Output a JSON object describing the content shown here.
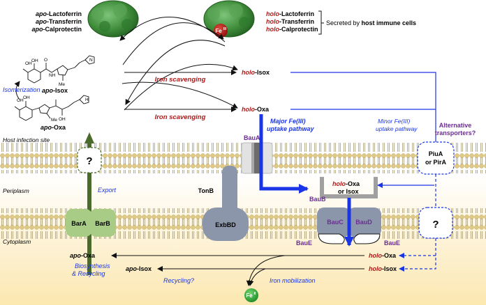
{
  "apo_list": {
    "prefix": "apo",
    "items": [
      "-Lactoferrin",
      "-Transferrin",
      "-Calprotectin"
    ]
  },
  "holo_list": {
    "prefix": "holo",
    "items": [
      "-Lactoferrin",
      "-Transferrin",
      "-Calprotectin"
    ]
  },
  "secreted": {
    "text": "Secreted by ",
    "bold": "host immune cells"
  },
  "fe3_label": "Fe",
  "fe3_sup": "III",
  "iron_scavenging_1": "Iron scavenging",
  "iron_scavenging_2": "Iron scavenging",
  "isomerization": "Isomerization",
  "apo_isox": {
    "prefix": "apo",
    "suffix": "-Isox"
  },
  "apo_oxa": {
    "prefix": "apo",
    "suffix": "-Oxa"
  },
  "holo_isox_top": {
    "prefix": "holo",
    "suffix": "-Isox"
  },
  "holo_oxa_top": {
    "prefix": "holo",
    "suffix": "-Oxa"
  },
  "host_infection_site": "Host infection site",
  "periplasm": "Periplasm",
  "cytoplasm": "Cytoplasm",
  "export": "Export",
  "question_export": "?",
  "question_periplasm": "?",
  "major_pathway": [
    "Major Fe(III)",
    "uptake pathway"
  ],
  "minor_pathway": [
    "Minor Fe(III)",
    "uptake pathway"
  ],
  "alt_transporters": [
    "Alternative",
    "transporters?"
  ],
  "piua": "PiuA",
  "pira": "or PirA",
  "proteins": {
    "baua": "BauA",
    "baub": "BauB",
    "bauc": "BauC",
    "baud": "BauD",
    "baue_left": "BauE",
    "baue_right": "BauE",
    "tonb": "TonB",
    "exbbd": "ExbBD",
    "bara": "BarA",
    "barb": "BarB"
  },
  "periplasm_cargo": {
    "holo": "holo",
    "oxa": "-Oxa",
    "or_isox": "or Isox"
  },
  "cyto_holo_oxa": {
    "prefix": "holo",
    "suffix": "-Oxa"
  },
  "cyto_holo_isox": {
    "prefix": "holo",
    "suffix": "-Isox"
  },
  "cyto_apo_oxa": {
    "prefix": "apo",
    "suffix": "-Oxa"
  },
  "cyto_apo_isox": {
    "prefix": "apo",
    "suffix": "-Isox"
  },
  "biosynthesis": [
    "Biosynthesis",
    "& Recycling"
  ],
  "recycling": "Recycling?",
  "iron_mobilization": "Iron mobilization",
  "fe2_label": "Fe",
  "fe2_sup": "II",
  "chem_labels": {
    "oh": "OH",
    "h": "H",
    "me": "Me",
    "me2": "Me",
    "n": "N",
    "nh": "NH",
    "o": "O",
    "oh2": "OH"
  },
  "colors": {
    "holo_red": "#b01818",
    "blue": "#1a35e6",
    "purple": "#6a2d91",
    "membrane_tan": "#e0c982",
    "protein_green": "#a8cc86",
    "protein_grey": "#8c96ab",
    "export_green": "#4b6b2c"
  }
}
